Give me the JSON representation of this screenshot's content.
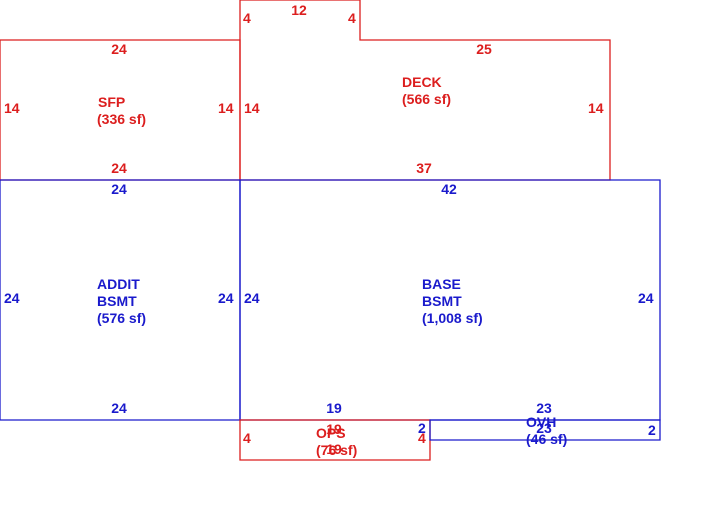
{
  "colors": {
    "red": "#dc1e1e",
    "blue": "#1a1acc"
  },
  "areas": {
    "sfp": {
      "name": "SFP",
      "area": "(336 sf)"
    },
    "deck": {
      "name": "DECK",
      "area": "(566 sf)"
    },
    "addit": {
      "name1": "ADDIT",
      "name2": "BSMT",
      "area": "(576 sf)"
    },
    "base": {
      "name1": "BASE",
      "name2": "BSMT",
      "area": "(1,008 sf)"
    },
    "ops": {
      "name": "OPS",
      "area": "(76 sf)",
      "overlap_top": "19",
      "overlap_bottom": "19"
    },
    "ovh": {
      "name": "OVH",
      "area": "(46 sf)",
      "overlap": "23"
    }
  },
  "dims": {
    "sfp_top": "24",
    "sfp_left": "14",
    "sfp_right": "14",
    "sfp_bottom": "24",
    "deck_notch_left": "4",
    "deck_notch_top": "12",
    "deck_notch_right": "4",
    "deck_top": "25",
    "deck_left": "14",
    "deck_right": "14",
    "deck_bottom": "37",
    "addit_top": "24",
    "addit_left": "24",
    "addit_right": "24",
    "addit_bottom": "24",
    "base_top": "42",
    "base_left": "24",
    "base_right": "24",
    "base_bottom": "19",
    "base_bottom_right": "23",
    "base_step": "2",
    "ops_left": "4",
    "ops_right": "4",
    "ovh_right": "2"
  }
}
